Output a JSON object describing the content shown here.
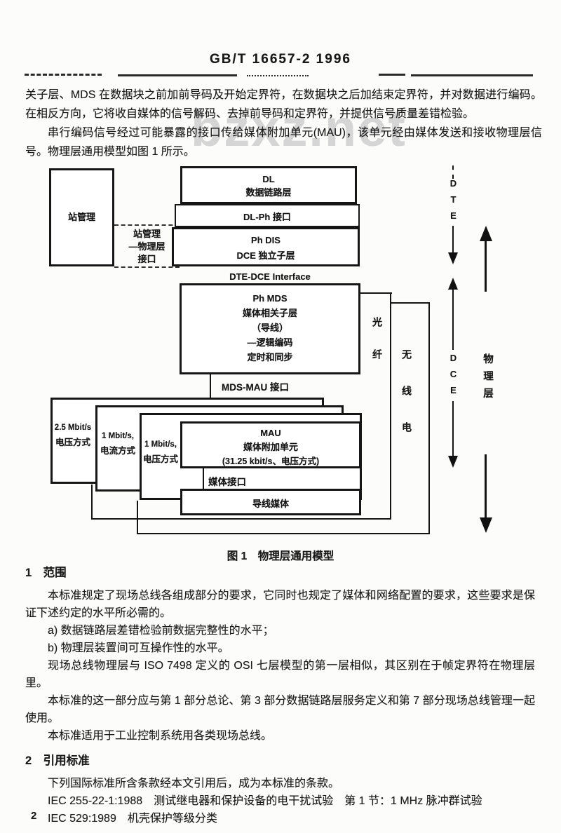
{
  "header": {
    "standard_code": "GB/T 16657-2  1996"
  },
  "watermark": "bzxz.net",
  "intro": {
    "p1": "关子层、MDS 在数据块之前加前导码及开始定界符，在数据块之后加结束定界符，并对数据进行编码。在相反方向，它将收自媒体的信号解码、去掉前导码和定界符，并提供信号质量差错检验。",
    "p2": "串行编码信号经过可能暴露的接口传给媒体附加单元(MAU)，该单元经由媒体发送和接收物理层信号。物理层通用模型如图 1 所示。"
  },
  "figure": {
    "caption": "图 1　物理层通用模型",
    "station_management": "站管理",
    "smp_interface_lines": [
      "站管理",
      "—物理层",
      "接口"
    ],
    "dl_lines": [
      "DL",
      "数据链路层"
    ],
    "dl_ph_interface": "DL-Ph 接口",
    "ph_dis_lines": [
      "Ph DIS",
      "DCE 独立子层"
    ],
    "dte_dce_interface": "DTE-DCE Interface",
    "ph_mds_lines": [
      "Ph MDS",
      "媒体相关子层",
      "（导线）",
      "—逻辑编码",
      "定时和同步"
    ],
    "mds_mau_interface": "MDS-MAU 接口",
    "fiber": "光纤",
    "radio": "无线电",
    "variant_25_lines": [
      "2.5 Mbit/s",
      "电压方式"
    ],
    "variant_1c_lines": [
      "1 Mbit/s,",
      "电流方式"
    ],
    "variant_1v_lines": [
      "1 Mbit/s,",
      "电压方式"
    ],
    "mau_lines": [
      "MAU",
      "媒体附加单元",
      "(31.25 kbit/s、电压方式)"
    ],
    "media_interface": "媒体接口",
    "wire_media": "导线媒体",
    "dte": "DTE",
    "dce": "DCE",
    "physical_layer": "物理层"
  },
  "section1": {
    "heading": "1　范围",
    "p1": "本标准规定了现场总线各组成部分的要求，它同时也规定了媒体和网络配置的要求，这些要求是保证下述约定的水平所必需的。",
    "item_a": "a) 数据链路层差错检验前数据完整性的水平；",
    "item_b": "b) 物理层装置间可互操作性的水平。",
    "p2": "现场总线物理层与 ISO 7498 定义的 OSI 七层模型的第一层相似，其区别在于帧定界符在物理层里。",
    "p3": "本标准的这一部分应与第 1 部分总论、第 3 部分数据链路层服务定义和第 7 部分现场总线管理一起使用。",
    "p4": "本标准适用于工业控制系统用各类现场总线。"
  },
  "section2": {
    "heading": "2　引用标准",
    "p1": "下列国际标准所含条款经本文引用后，成为本标准的条款。",
    "refs": [
      "IEC 255-22-1:1988　测试继电器和保护设备的电干扰试验　第 1 节：1 MHz 脉冲群试验",
      "IEC 529:1989　机壳保护等级分类"
    ]
  },
  "page_number": "2"
}
